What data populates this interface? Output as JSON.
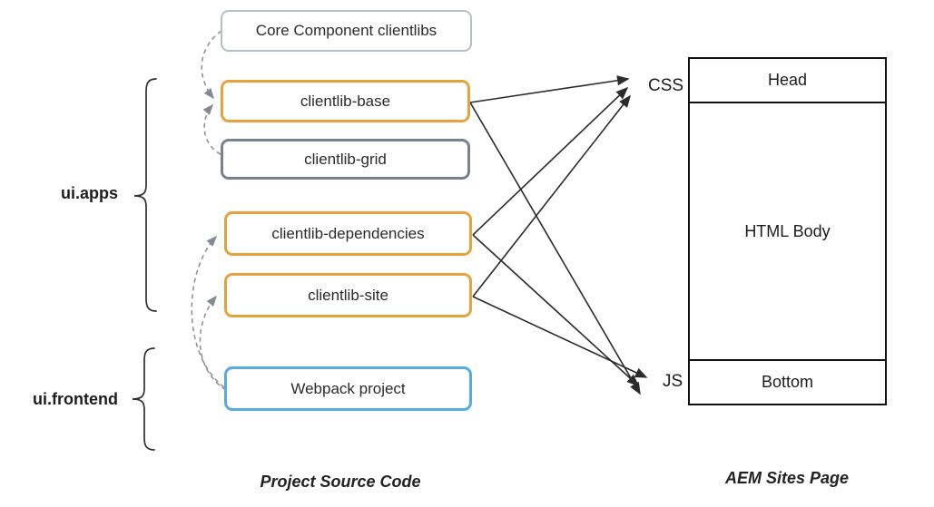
{
  "diagram": {
    "boxes": {
      "core": {
        "label": "Core Component clientlibs",
        "border_color": "#b6bfc7"
      },
      "base": {
        "label": "clientlib-base",
        "border_color": "#e8a13c"
      },
      "grid": {
        "label": "clientlib-grid",
        "border_color": "#76828d"
      },
      "dependencies": {
        "label": "clientlib-dependencies",
        "border_color": "#e8a13c"
      },
      "site": {
        "label": "clientlib-site",
        "border_color": "#e8a13c"
      },
      "webpack": {
        "label": "Webpack project",
        "border_color": "#55aae8"
      }
    },
    "groups": {
      "ui_apps": {
        "label": "ui.apps"
      },
      "ui_frontend": {
        "label": "ui.frontend"
      }
    },
    "outputs": {
      "css": {
        "label": "CSS"
      },
      "js": {
        "label": "JS"
      }
    },
    "page": {
      "sections": {
        "head": "Head",
        "body": "HTML Body",
        "bottom": "Bottom"
      }
    },
    "captions": {
      "left": "Project Source Code",
      "right": "AEM Sites Page"
    },
    "colors": {
      "orange": "#e8a13c",
      "blue": "#55aae8",
      "light_gray": "#b6bfc7",
      "slate_gray": "#76828d",
      "arrow_black": "#2b2b2b",
      "dashed_gray": "#8d949b"
    }
  }
}
